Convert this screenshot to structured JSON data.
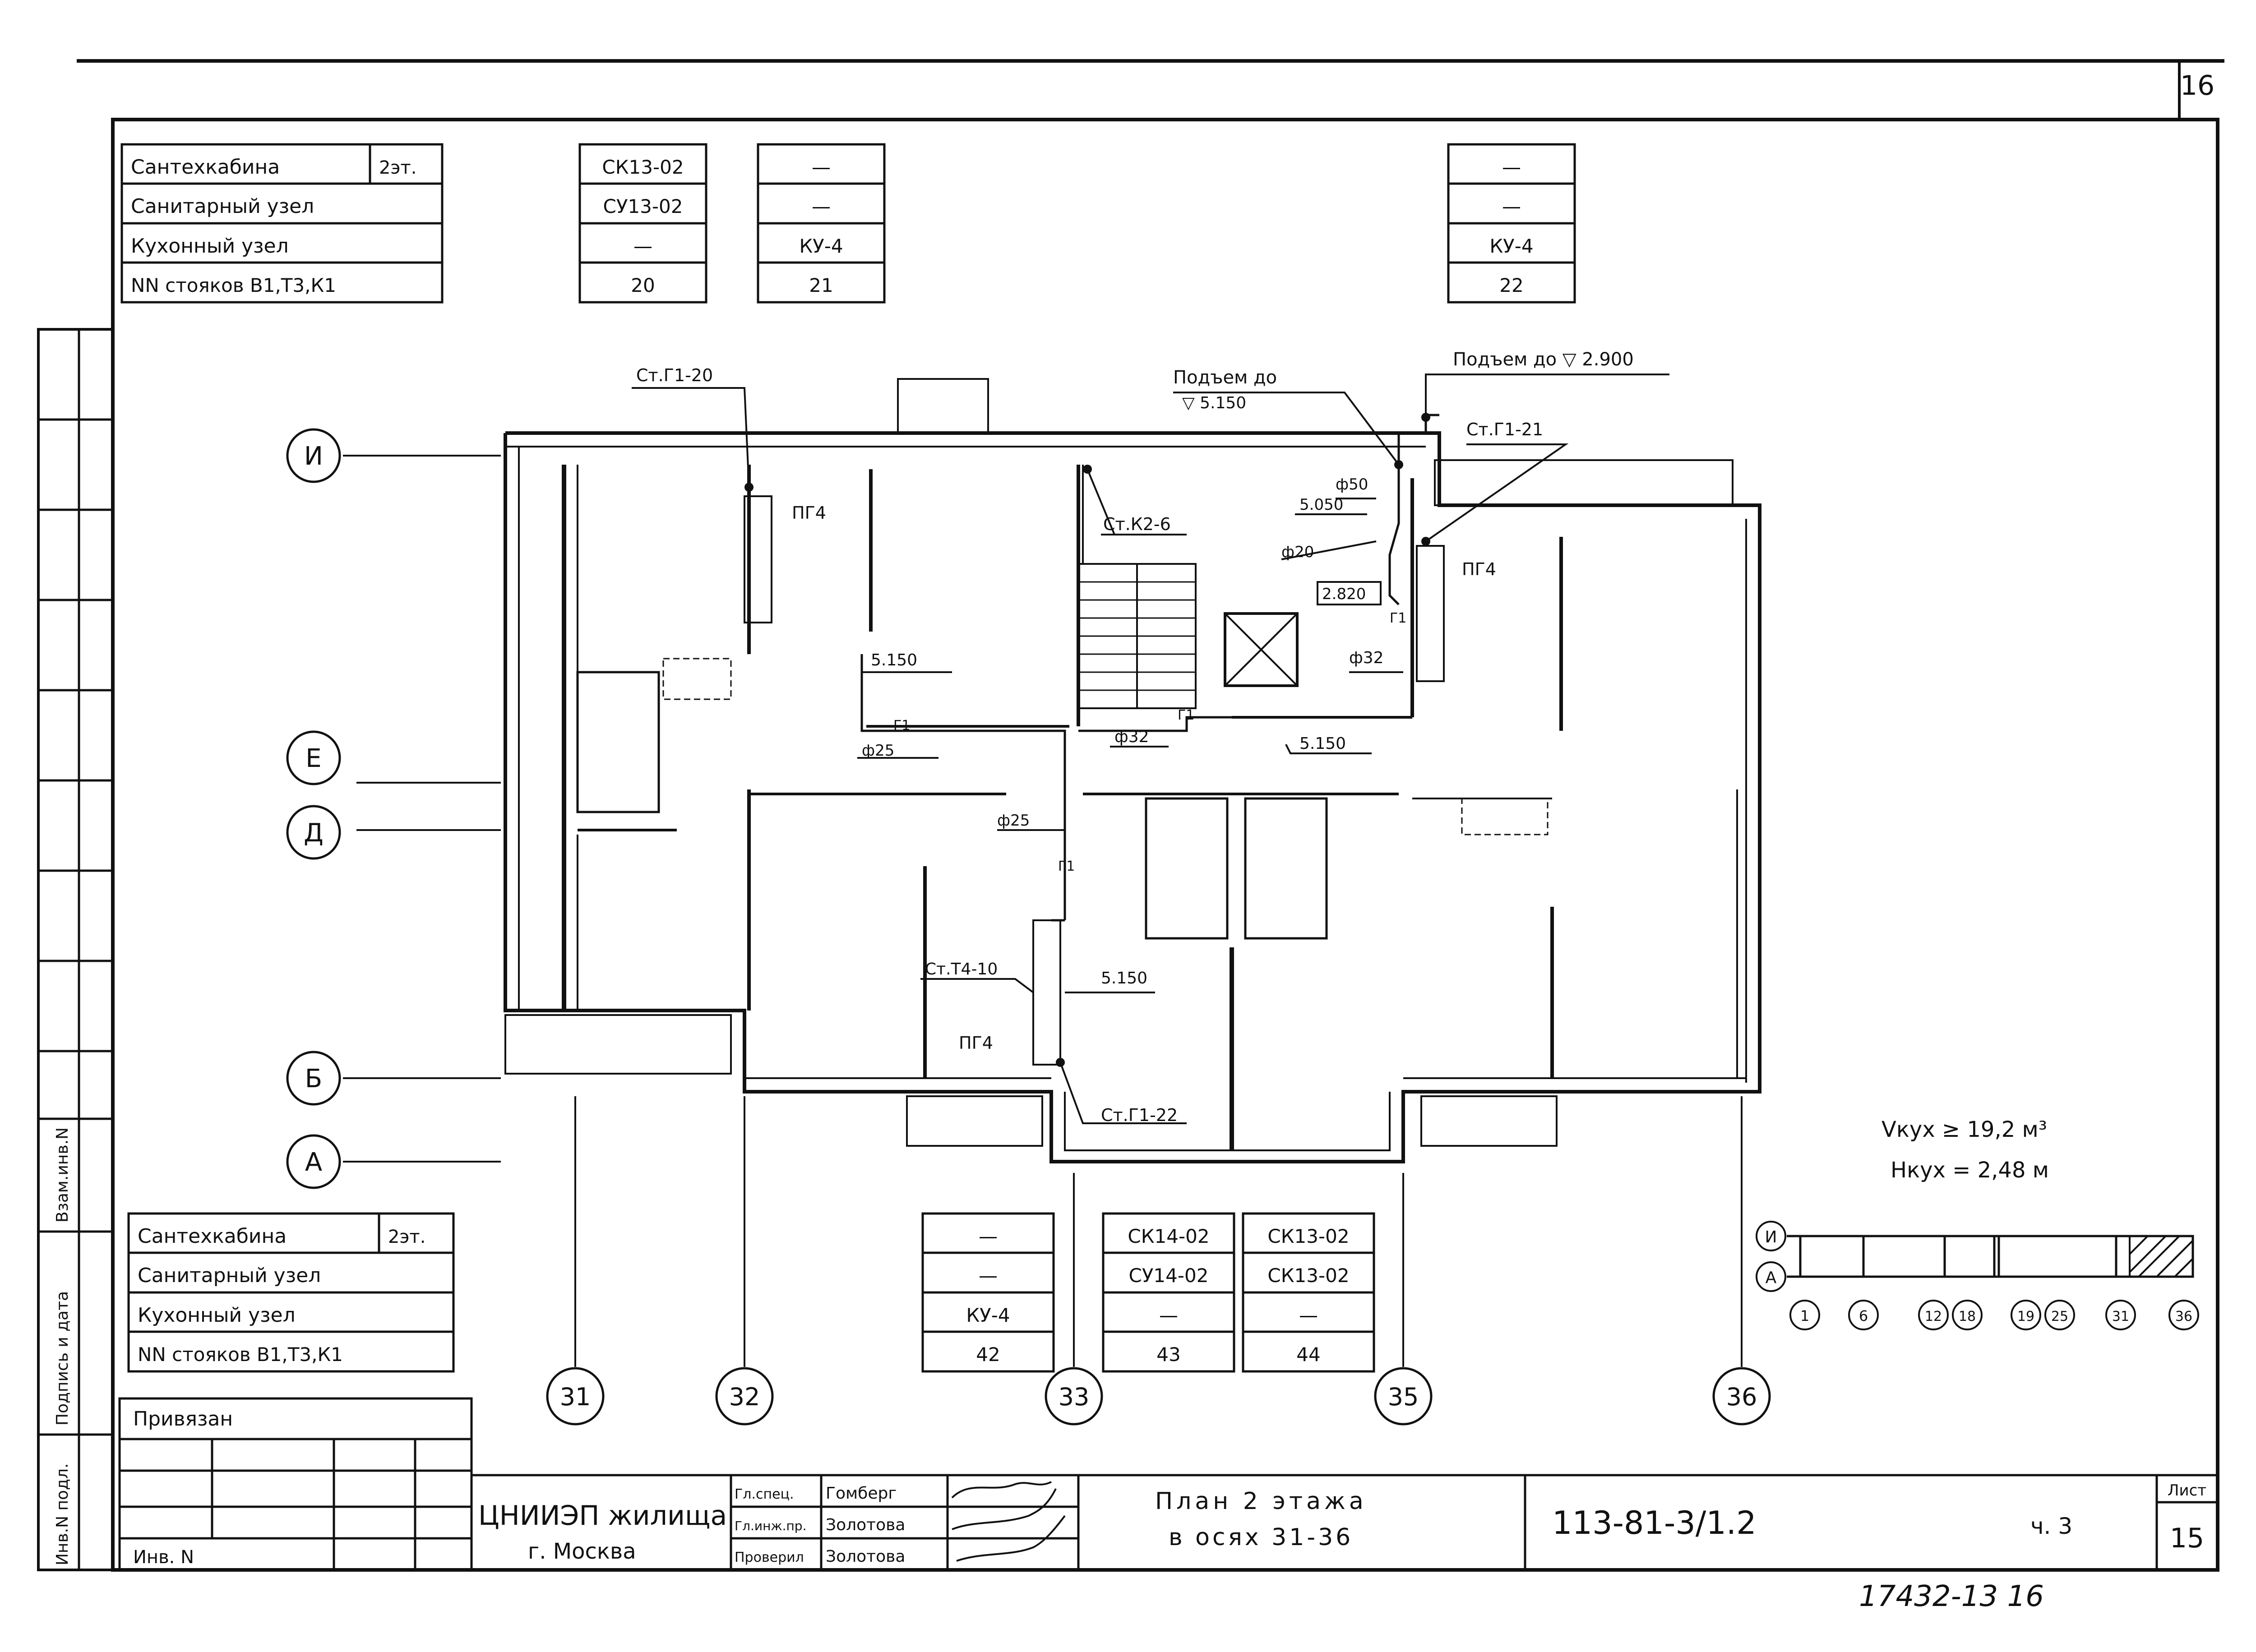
{
  "sheet_number_top": "16",
  "legend_top": {
    "rows": [
      {
        "label": "Сантехкабина",
        "floor": "2эт."
      },
      {
        "label": "Санитарный узел",
        "floor": ""
      },
      {
        "label": "Кухонный узел",
        "floor": ""
      },
      {
        "label": "NN стояков В1,Т3,К1",
        "floor": ""
      }
    ],
    "columns": [
      {
        "values": [
          "СК13-02",
          "СУ13-02",
          "—",
          "20"
        ]
      },
      {
        "values": [
          "—",
          "—",
          "КУ-4",
          "21"
        ]
      },
      {
        "values": [
          "—",
          "—",
          "КУ-4",
          "22"
        ]
      }
    ]
  },
  "legend_bottom": {
    "rows": [
      {
        "label": "Сантехкабина",
        "floor": "2эт."
      },
      {
        "label": "Санитарный узел",
        "floor": ""
      },
      {
        "label": "Кухонный узел",
        "floor": ""
      },
      {
        "label": "NN стояков В1,Т3,К1",
        "floor": ""
      }
    ],
    "columns": [
      {
        "values": [
          "—",
          "—",
          "КУ-4",
          "42"
        ]
      },
      {
        "values": [
          "СК14-02",
          "СУ14-02",
          "—",
          "43"
        ]
      },
      {
        "values": [
          "СК13-02",
          "СК13-02",
          "—",
          "44"
        ]
      }
    ]
  },
  "axes_rows": [
    "И",
    "Е",
    "Д",
    "Б",
    "А"
  ],
  "axes_cols": [
    "31",
    "32",
    "33",
    "35",
    "36"
  ],
  "labels": {
    "st_g1_20": "Ст.Г1-20",
    "st_g1_21": "Ст.Г1-21",
    "st_g1_22": "Ст.Г1-22",
    "st_k2_6": "Ст.К2-6",
    "st_t4_10": "Ст.Т4-10",
    "podem_do_1": "Подъем до",
    "podem_do_1_val": "▽ 5.150",
    "podem_do_2": "Подъем до ▽ 2.900",
    "d50": "ф50",
    "v5050": "5.050",
    "d20": "ф20",
    "v2820": "2.820",
    "d32a": "ф32",
    "d32b": "ф32",
    "d25a": "ф25",
    "d25b": "ф25",
    "v5150a": "5.150",
    "v5150b": "5.150",
    "v5150c": "5.150",
    "pg4a": "ПГ4",
    "pg4b": "ПГ4",
    "pg4c": "ПГ4",
    "g1a": "Г1",
    "g1b": "Г1",
    "g1c": "Г1",
    "g1d": "Г1"
  },
  "volume": {
    "v": "Vкух ≥ 19,2 м³",
    "h": "Hкух = 2,48 м"
  },
  "key_plan": {
    "rows": [
      "И",
      "А"
    ],
    "cols": [
      "1",
      "6",
      "12",
      "18",
      "19",
      "25",
      "31",
      "36"
    ]
  },
  "side_stamp": [
    "Инв.N подл.",
    "Подпись и дата",
    "Взам.инв.N"
  ],
  "privyazan": "Привязан",
  "inv_n": "Инв. N",
  "title_block": {
    "org1": "ЦНИИЭП жилища",
    "org2": "г. Москва",
    "roles": [
      {
        "role": "Гл.спец.",
        "name": "Гомберг"
      },
      {
        "role": "Гл.инж.пр.",
        "name": "Золотова"
      },
      {
        "role": "Проверил",
        "name": "Золотова"
      }
    ],
    "title1": "План 2 этажа",
    "title2": "в осях 31-36",
    "code": "113-81-3/1.2",
    "part": "ч. 3",
    "sheet_label": "Лист",
    "sheet": "15"
  },
  "handwritten_bottom": "17432-13 16"
}
